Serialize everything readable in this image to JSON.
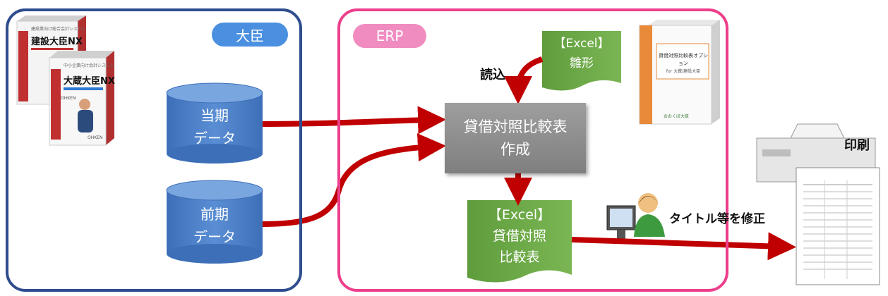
{
  "panels": {
    "left_title": "大臣",
    "right_title": "ERP"
  },
  "left": {
    "product1": {
      "name": "建設大臣NX",
      "small": "建設業向け総合会計システム",
      "brand": "OHKEN"
    },
    "product2": {
      "name": "大蔵大臣NX",
      "small": "中小企業向け会計システム",
      "brand": "OHKEN"
    },
    "current_db": {
      "line1": "当期",
      "line2": "データ"
    },
    "prior_db": {
      "line1": "前期",
      "line2": "データ"
    }
  },
  "right": {
    "template_doc": {
      "line1": "【Excel】",
      "line2": "雛形"
    },
    "read_label": "読込",
    "process": {
      "line1": "貸借対照比較表",
      "line2": "作成"
    },
    "output_doc": {
      "line1": "【Excel】",
      "line2": "貸借対照",
      "line3": "比較表"
    },
    "option_box": {
      "title": "貸借対照比較表オプション",
      "subtitle": "for 大蔵/建設大臣",
      "brand": "おおくぼ大臣"
    }
  },
  "edit_label": "タイトル等を修正",
  "print_label": "印刷",
  "colors": {
    "left_border": "#2e4d8e",
    "right_border": "#ec3f8c",
    "arrow": "#c00000",
    "db": "#4a7fc8",
    "doc": "#6aa544"
  }
}
